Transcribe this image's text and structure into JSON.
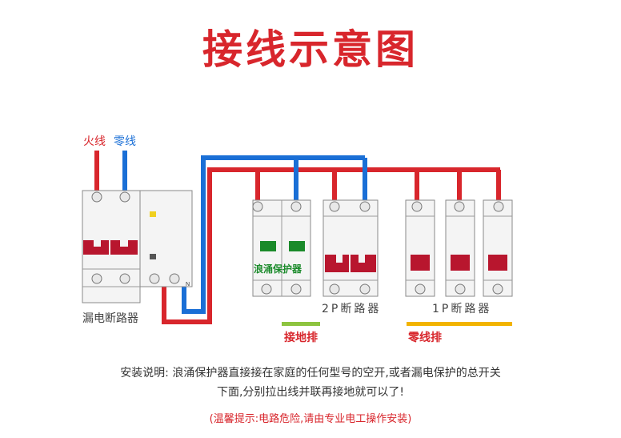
{
  "title": "接线示意图",
  "labels": {
    "live_wire": "火线",
    "neutral_wire": "零线",
    "rcd_breaker": "漏电断路器",
    "rcd_terminal_n": "N",
    "surge_protector": "浪涌保护器",
    "breaker_2p": "2P断路器",
    "breaker_1p": "1P断路器",
    "ground_bar": "接地排",
    "neutral_bar": "零线排"
  },
  "colors": {
    "live": "#d8262c",
    "neutral": "#1a6fd6",
    "ground_bar": "#8dc43f",
    "neutral_bar": "#f2b300",
    "handle": "#b8162e",
    "spd_window": "#1a8a2a",
    "rcd_indicator": "#f0d020"
  },
  "description": {
    "line1": "安装说明: 浪涌保护器直接接在家庭的任何型号的空开,或者漏电保护的总开关",
    "line2": "下面,分别拉出线并联再接地就可以了!"
  },
  "warning": "(温馨提示:电路危险,请由专业电工操作安装)"
}
